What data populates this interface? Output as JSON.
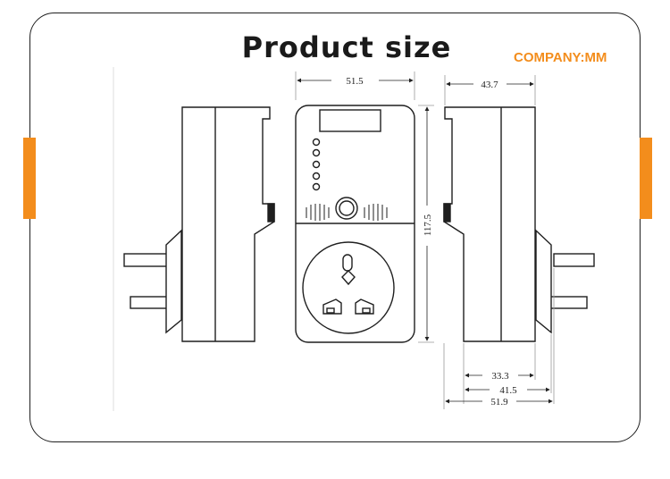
{
  "header": {
    "title": "Product size",
    "company": "COMPANY:MM"
  },
  "colors": {
    "accent": "#f38d1c",
    "line": "#1f1f1f"
  },
  "dimensions": {
    "front_width": "51.5",
    "side_width": "43.7",
    "height": "117.5",
    "plug_depth_1": "33.3",
    "plug_depth_2": "41.5",
    "plug_depth_3": "51.9"
  }
}
